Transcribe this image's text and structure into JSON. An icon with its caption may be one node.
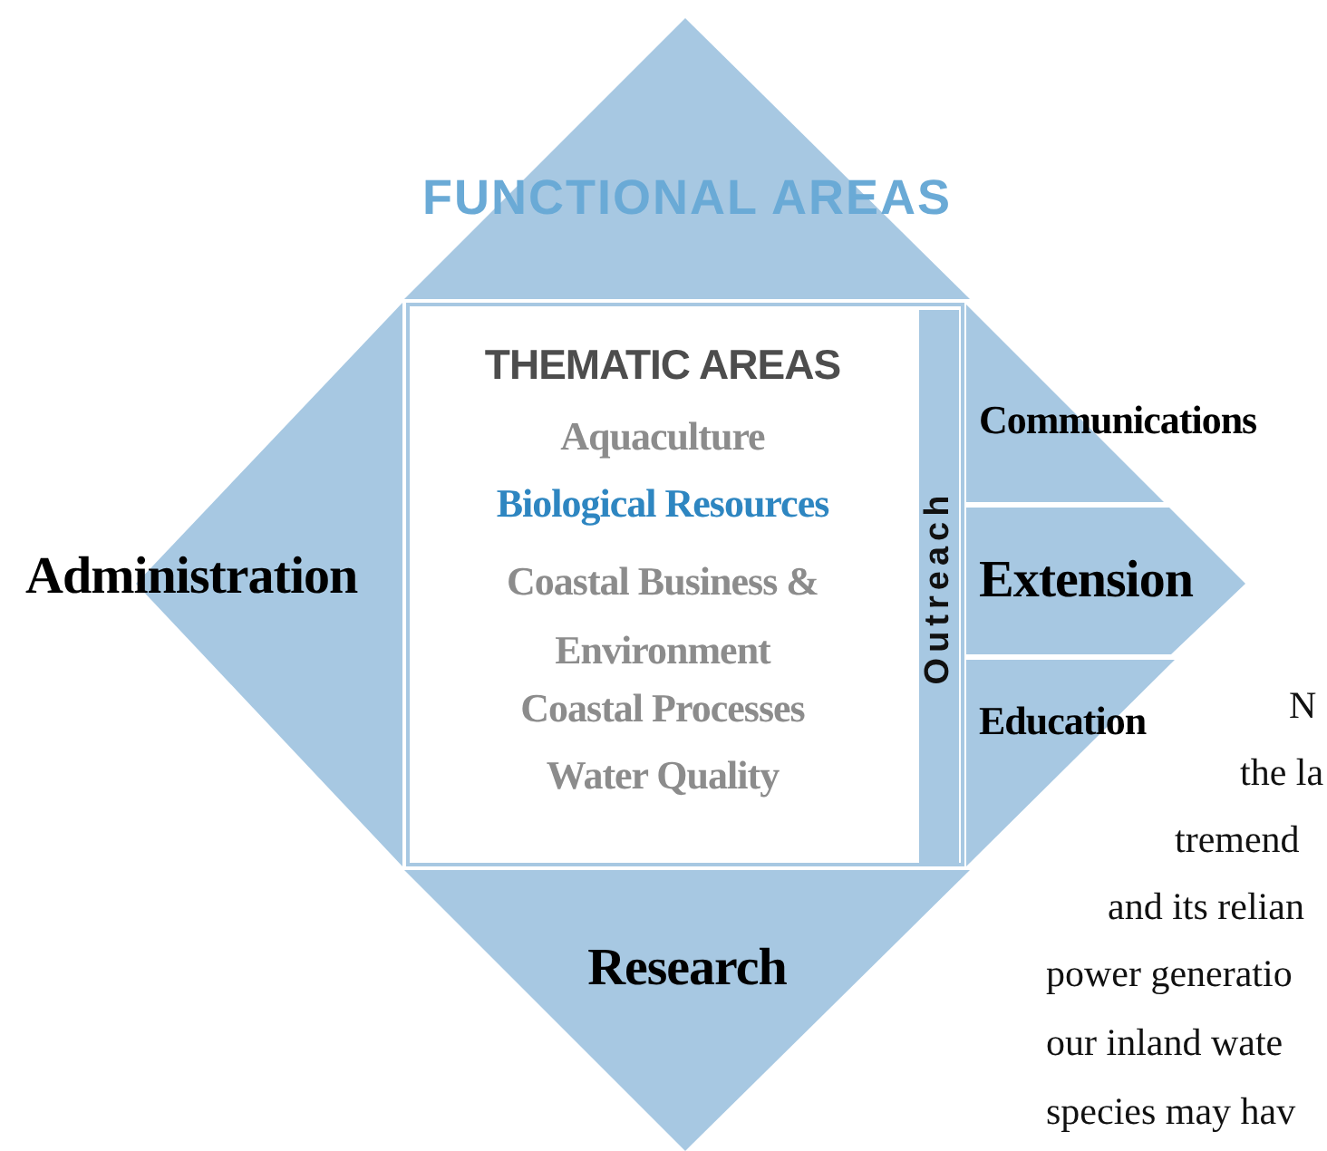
{
  "diagram": {
    "nodes": [
      {
        "text": [
          "FUNCTIONAL AREAS"
        ]
      },
      {
        "text": [
          "Administration"
        ]
      },
      {
        "text": [
          "THEMATIC AREAS",
          "Aquaculture",
          "Biological Resources",
          "Coastal Business & Environment",
          "Coastal Processes",
          "Water Quality"
        ]
      },
      {
        "text": [
          "Outreach"
        ],
        "in": 2
      },
      {
        "text": [
          "Communications"
        ]
      },
      {
        "text": [
          "Extension"
        ]
      },
      {
        "text": [
          "Education"
        ]
      },
      {
        "text": [
          "Research"
        ]
      }
    ],
    "labels": [
      "N",
      "the la",
      "tremend",
      "and its relian",
      "power generatio",
      "our inland wate",
      "species may hav"
    ]
  }
}
